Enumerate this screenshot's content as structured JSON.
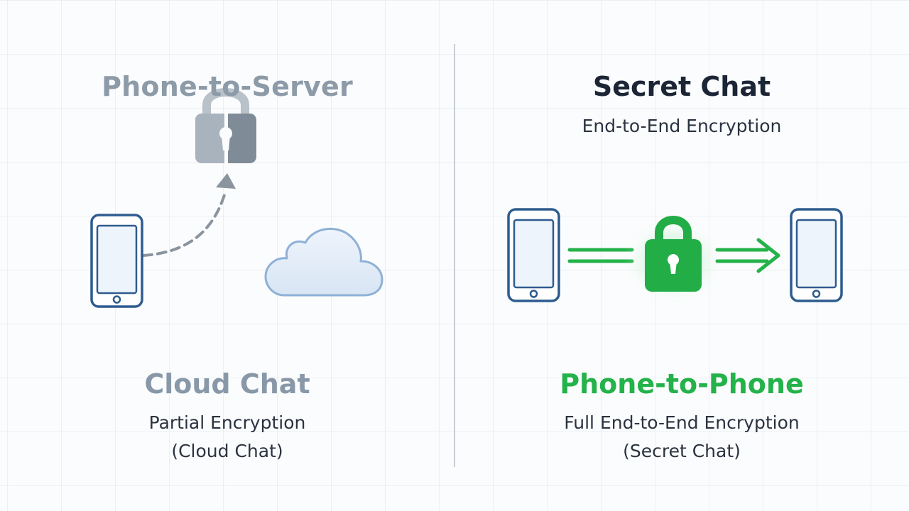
{
  "left_panel": {
    "top_title": "Phone-to-Server",
    "bottom_title": "Cloud Chat",
    "bottom_line1": "Partial Encryption",
    "bottom_line2": "(Cloud Chat)",
    "icons": [
      "phone-icon",
      "dashed-arrow-icon",
      "split-lock-icon",
      "cloud-icon"
    ]
  },
  "right_panel": {
    "top_title": "Secret Chat",
    "top_subtitle": "End-to-End Encryption",
    "bottom_title": "Phone-to-Phone",
    "bottom_line1": "Full End-to-End Encryption",
    "bottom_line2": "(Secret Chat)",
    "icons": [
      "sender-phone-icon",
      "double-line-icon",
      "green-lock-icon",
      "double-arrow-icon",
      "receiver-phone-icon"
    ]
  },
  "colors": {
    "muted_text": "#8d9aa8",
    "dark_text": "#1b2536",
    "accent_green": "#24b24a",
    "phone_outline": "#2e5b8f",
    "phone_screen": "#eef4fb",
    "cloud_fill": "#e3edf9",
    "cloud_outline": "#8fb1d6",
    "divider": "#c9ced5"
  }
}
